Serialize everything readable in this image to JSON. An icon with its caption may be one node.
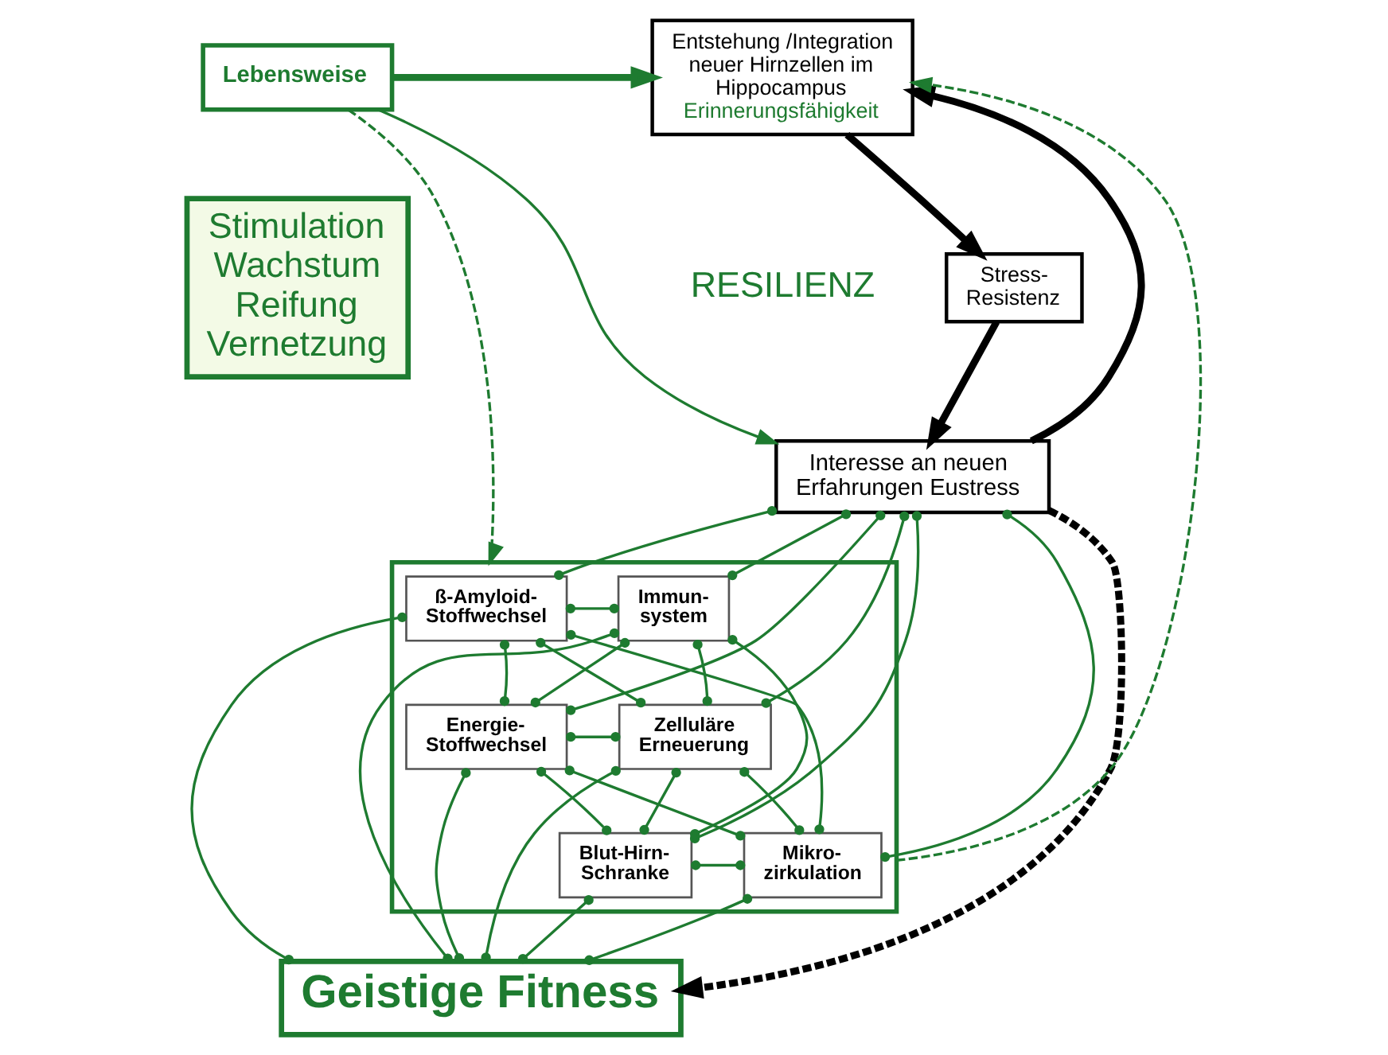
{
  "diagram": {
    "nodes": [
      {
        "text": [
          "Lebensweise"
        ]
      },
      {
        "text": [
          "Stimulation Wachstum Reifung Vernetzung"
        ]
      },
      {
        "text": [
          "Entstehung /Integration neuer Hirnzellen im Hippocampus",
          "Erinnerungsfähigkeit"
        ]
      },
      {
        "text": [
          "Stress- Resistenz"
        ]
      },
      {
        "text": [
          "Interesse an neuen Erfahrungen Eustress"
        ]
      },
      {
        "text": [],
        "shape": "box"
      },
      {
        "text": [
          "ß-Amyloid- Stoffwechsel"
        ],
        "in": 5
      },
      {
        "text": [
          "Immun- system"
        ],
        "in": 5
      },
      {
        "text": [
          "Energie- Stoffwechsel"
        ],
        "in": 5
      },
      {
        "text": [
          "Zelluläre Erneuerung"
        ],
        "in": 5
      },
      {
        "text": [
          "Blut-Hirn- Schranke"
        ],
        "in": 5
      },
      {
        "text": [
          "Mikro- zirkulation"
        ],
        "in": 5
      },
      {
        "text": [
          "Geistige Fitness"
        ]
      }
    ],
    "edges": [
      {
        "from": 0,
        "to": 2,
        "arrow": "to",
        "style": "thick"
      },
      {
        "from": 0,
        "to": 4,
        "arrow": "to"
      },
      {
        "from": 0,
        "to": 5,
        "arrow": "to",
        "style": "dashed"
      },
      {
        "from": 5,
        "to": 2,
        "arrow": "to",
        "style": "dashed"
      },
      {
        "from": 2,
        "to": 3,
        "arrow": "to",
        "style": "thick",
        "color": "#000000"
      },
      {
        "from": 3,
        "to": 4,
        "arrow": "to",
        "style": "thick",
        "color": "#000000"
      },
      {
        "from": 4,
        "to": 2,
        "arrow": "to",
        "style": "thick",
        "color": "#000000"
      },
      {
        "from": 4,
        "to": 12,
        "arrow": "to",
        "style": "dashed",
        "color": "#000000"
      },
      {
        "from": 4,
        "to": 6,
        "arrow": "other"
      },
      {
        "from": 4,
        "to": 7,
        "arrow": "other"
      },
      {
        "from": 4,
        "to": 8,
        "arrow": "other"
      },
      {
        "from": 4,
        "to": 9,
        "arrow": "other"
      },
      {
        "from": 4,
        "to": 10,
        "arrow": "other"
      },
      {
        "from": 4,
        "to": 11,
        "arrow": "other"
      },
      {
        "from": 6,
        "to": 8,
        "arrow": "other"
      },
      {
        "from": 8,
        "to": 10,
        "arrow": "other"
      },
      {
        "from": 7,
        "to": 9,
        "arrow": "other"
      },
      {
        "from": 9,
        "to": 11,
        "arrow": "other"
      },
      {
        "from": 6,
        "to": 7,
        "arrow": "other"
      },
      {
        "from": 6,
        "to": 9,
        "arrow": "other"
      },
      {
        "from": 6,
        "to": 11,
        "arrow": "other"
      },
      {
        "from": 8,
        "to": 7,
        "arrow": "other"
      },
      {
        "from": 8,
        "to": 9,
        "arrow": "other"
      },
      {
        "from": 8,
        "to": 11,
        "arrow": "other"
      },
      {
        "from": 10,
        "to": 7,
        "arrow": "other"
      },
      {
        "from": 10,
        "to": 9,
        "arrow": "other"
      },
      {
        "from": 10,
        "to": 11,
        "arrow": "other"
      },
      {
        "from": 6,
        "to": 12,
        "arrow": "other"
      },
      {
        "from": 7,
        "to": 12,
        "arrow": "other"
      },
      {
        "from": 8,
        "to": 12,
        "arrow": "other"
      },
      {
        "from": 9,
        "to": 12,
        "arrow": "other"
      },
      {
        "from": 10,
        "to": 12,
        "arrow": "other"
      },
      {
        "from": 11,
        "to": 12,
        "arrow": "other"
      }
    ],
    "labels": [
      "RESILIENZ"
    ]
  }
}
